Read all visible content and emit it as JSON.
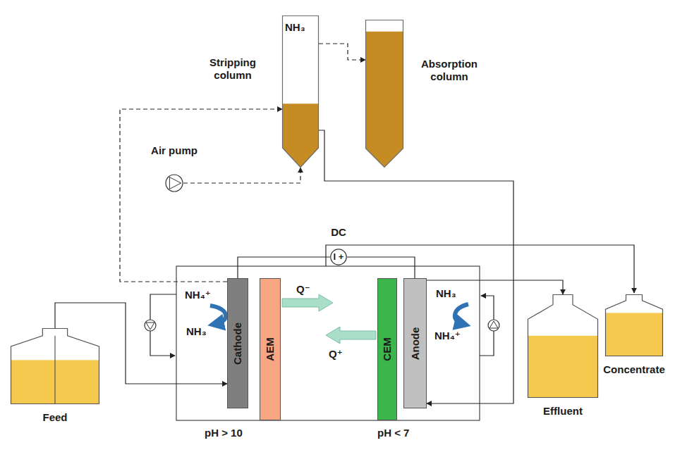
{
  "diagram": {
    "nodes": [
      {
        "text": [
          "Stripping column",
          "NH₃"
        ]
      },
      {
        "text": [
          "Absorption column"
        ]
      },
      {
        "text": [
          "Air pump"
        ]
      },
      {
        "text": [
          "DC",
          "I +"
        ]
      },
      {
        "text": [
          "Cathode"
        ]
      },
      {
        "text": [
          "AEM"
        ]
      },
      {
        "text": [
          "CEM"
        ]
      },
      {
        "text": [
          "Anode"
        ]
      },
      {
        "text": [
          "Feed"
        ]
      },
      {
        "text": [
          "Effluent"
        ]
      },
      {
        "text": [
          "Concentrate"
        ]
      }
    ],
    "edges": [
      {
        "from": 8,
        "to": 4,
        "arrow": "to"
      },
      {
        "from": 4,
        "to": 0,
        "arrow": "to"
      },
      {
        "from": 2,
        "to": 0,
        "arrow": "to"
      },
      {
        "from": 0,
        "to": 1,
        "arrow": "to"
      },
      {
        "from": 0,
        "to": 7,
        "arrow": "to"
      },
      {
        "from": 7,
        "to": 9,
        "arrow": "to"
      },
      {
        "from": 3,
        "to": 4,
        "arrow": "none"
      },
      {
        "from": 3,
        "to": 7,
        "arrow": "none"
      }
    ],
    "labels": [
      "NH₄⁺",
      "Q⁻",
      "NH₃",
      "NH₃",
      "NH₄⁺",
      "Q⁺",
      "pH > 10",
      "pH < 7"
    ]
  }
}
